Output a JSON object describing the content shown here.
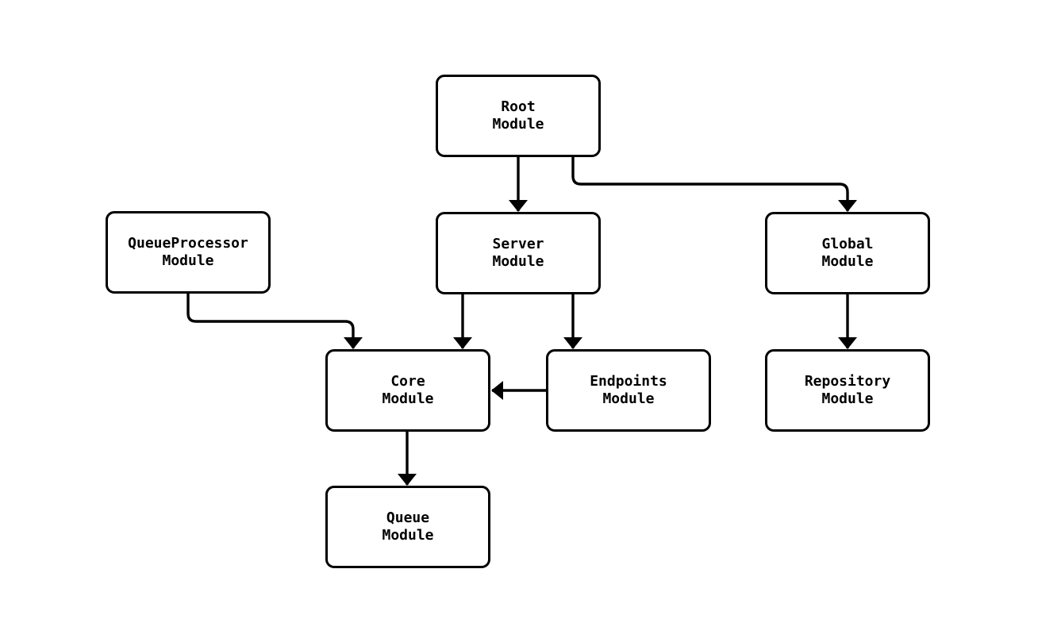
{
  "diagram": {
    "type": "flowchart",
    "direction": "top-down",
    "background_color": "#ffffff",
    "node_fill_color": "#ffffff",
    "node_border_color": "#000000",
    "edge_color": "#000000",
    "text_color": "#000000",
    "nodes": [
      {
        "id": "root",
        "label": "Root\nModule"
      },
      {
        "id": "queueprocessor",
        "label": "QueueProcessor\nModule"
      },
      {
        "id": "server",
        "label": "Server\nModule"
      },
      {
        "id": "global",
        "label": "Global\nModule"
      },
      {
        "id": "core",
        "label": "Core\nModule"
      },
      {
        "id": "endpoints",
        "label": "Endpoints\nModule"
      },
      {
        "id": "repository",
        "label": "Repository\nModule"
      },
      {
        "id": "queue",
        "label": "Queue\nModule"
      }
    ],
    "edges": [
      {
        "from": "root",
        "to": "server"
      },
      {
        "from": "root",
        "to": "global"
      },
      {
        "from": "queueprocessor",
        "to": "core"
      },
      {
        "from": "server",
        "to": "core"
      },
      {
        "from": "server",
        "to": "endpoints"
      },
      {
        "from": "global",
        "to": "repository"
      },
      {
        "from": "endpoints",
        "to": "core"
      },
      {
        "from": "core",
        "to": "queue"
      }
    ]
  }
}
